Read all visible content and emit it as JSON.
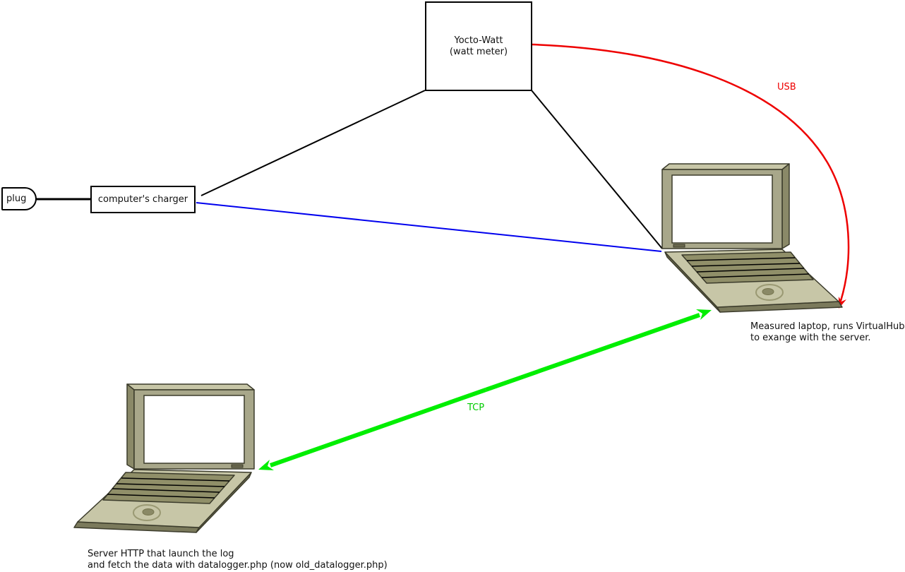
{
  "nodes": {
    "plug": {
      "label": "plug"
    },
    "charger": {
      "label": "computer's charger"
    },
    "watt_meter": {
      "line1": "Yocto-Watt",
      "line2": "(watt meter)"
    }
  },
  "links": {
    "usb": {
      "label": "USB",
      "color": "#ee0000"
    },
    "tcp": {
      "label": "TCP",
      "color": "#00ee00"
    },
    "mains": {
      "color": "#000000"
    },
    "charge": {
      "color": "#0000ee"
    }
  },
  "laptops": {
    "measured": {
      "caption_line1": "Measured laptop, runs VirtualHub",
      "caption_line2": "to exange with the server."
    },
    "server": {
      "caption_line1": "Server HTTP that launch the log",
      "caption_line2": "and fetch the data with datalogger.php (now old_datalogger.php)"
    }
  },
  "palette": {
    "laptop_body": "#c7c6a7",
    "laptop_bezel": "#a8a78a",
    "laptop_dark": "#6b6a4f",
    "laptop_keys": "#908f69"
  }
}
